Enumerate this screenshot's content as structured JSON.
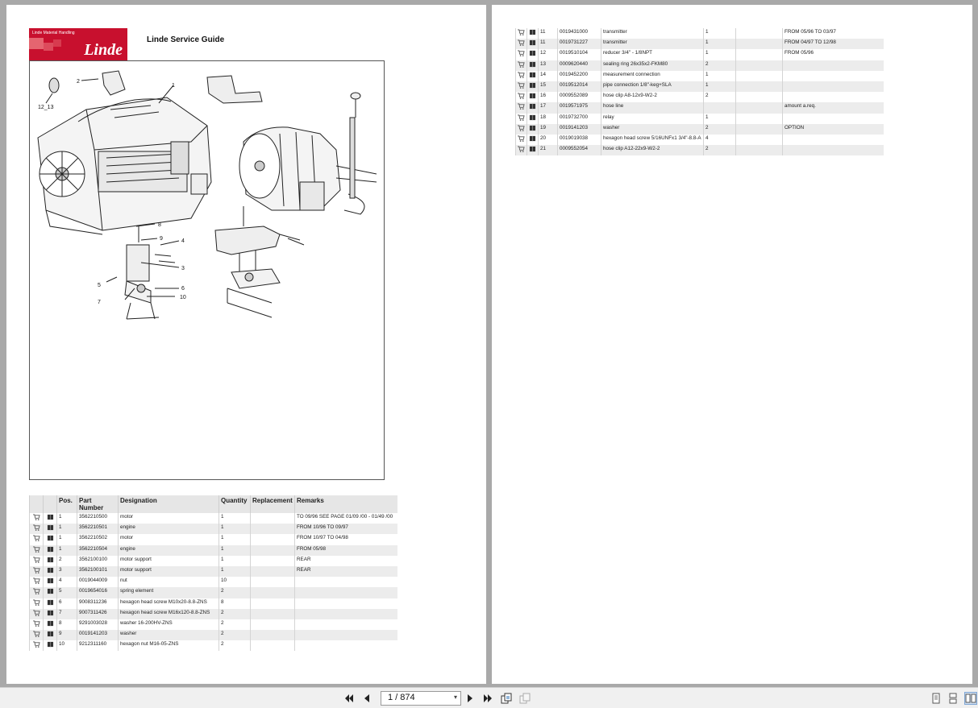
{
  "app": {
    "logo_tagline": "Linde Material Handling",
    "logo_name": "Linde",
    "guide_title": "Linde Service Guide"
  },
  "drawing": {
    "callouts": [
      "1",
      "2",
      "3",
      "4",
      "5",
      "6",
      "7",
      "8",
      "9",
      "10",
      "12_13"
    ]
  },
  "table_headers": {
    "pos": "Pos.",
    "part_number": "Part Number",
    "designation": "Designation",
    "quantity": "Quantity",
    "replacement": "Replacement",
    "remarks": "Remarks"
  },
  "rows_left": [
    {
      "pos": "1",
      "part": "3562210500",
      "desig": "motor",
      "qty": "1",
      "repl": "",
      "rem": "TO 09/96 SEE PAGE 01/09 /00 - 01/49 /00"
    },
    {
      "pos": "1",
      "part": "3562210501",
      "desig": "engine",
      "qty": "1",
      "repl": "",
      "rem": "FROM 10/96 TO 09/97"
    },
    {
      "pos": "1",
      "part": "3562210502",
      "desig": "motor",
      "qty": "1",
      "repl": "",
      "rem": "FROM 10/97 TO 04/98"
    },
    {
      "pos": "1",
      "part": "3562210504",
      "desig": "engine",
      "qty": "1",
      "repl": "",
      "rem": "FROM 05/98"
    },
    {
      "pos": "2",
      "part": "3562100100",
      "desig": "motor support",
      "qty": "1",
      "repl": "",
      "rem": "REAR"
    },
    {
      "pos": "3",
      "part": "3562100101",
      "desig": "motor support",
      "qty": "1",
      "repl": "",
      "rem": "REAR"
    },
    {
      "pos": "4",
      "part": "0019044009",
      "desig": "nut",
      "qty": "10",
      "repl": "",
      "rem": ""
    },
    {
      "pos": "5",
      "part": "0019654016",
      "desig": "spring element",
      "qty": "2",
      "repl": "",
      "rem": ""
    },
    {
      "pos": "6",
      "part": "9008311236",
      "desig": "hexagon head screw M10x20-8.8-ZNS",
      "qty": "8",
      "repl": "",
      "rem": ""
    },
    {
      "pos": "7",
      "part": "9007311426",
      "desig": "hexagon head screw M16x120-8.8-ZNS",
      "qty": "2",
      "repl": "",
      "rem": ""
    },
    {
      "pos": "8",
      "part": "9291003028",
      "desig": "washer 16-200HV-ZNS",
      "qty": "2",
      "repl": "",
      "rem": ""
    },
    {
      "pos": "9",
      "part": "0019141203",
      "desig": "washer",
      "qty": "2",
      "repl": "",
      "rem": ""
    },
    {
      "pos": "10",
      "part": "9212311160",
      "desig": "hexagon nut M16-05-ZNS",
      "qty": "2",
      "repl": "",
      "rem": ""
    }
  ],
  "rows_right": [
    {
      "pos": "11",
      "part": "0019431000",
      "desig": "transmitter",
      "qty": "1",
      "repl": "",
      "rem": "FROM 05/96 TO 03/97"
    },
    {
      "pos": "11",
      "part": "0019731227",
      "desig": "transmitter",
      "qty": "1",
      "repl": "",
      "rem": "FROM 04/97 TO 12/98"
    },
    {
      "pos": "12",
      "part": "0019510104",
      "desig": "reducer 3/4\" - 1/8NPT",
      "qty": "1",
      "repl": "",
      "rem": "FROM 05/96"
    },
    {
      "pos": "13",
      "part": "0009620440",
      "desig": "sealing ring 26x35x2-FKM80",
      "qty": "2",
      "repl": "",
      "rem": ""
    },
    {
      "pos": "14",
      "part": "0019452200",
      "desig": "measurement connection",
      "qty": "1",
      "repl": "",
      "rem": ""
    },
    {
      "pos": "15",
      "part": "0019512014",
      "desig": "pipe connection 1/8\"-keg+SLA",
      "qty": "1",
      "repl": "",
      "rem": ""
    },
    {
      "pos": "16",
      "part": "0009552089",
      "desig": "hose clip A8-12x9-W2-2",
      "qty": "2",
      "repl": "",
      "rem": ""
    },
    {
      "pos": "17",
      "part": "0019571975",
      "desig": "hose line",
      "qty": "",
      "repl": "",
      "rem": "amount a.req."
    },
    {
      "pos": "18",
      "part": "0019732700",
      "desig": "relay",
      "qty": "1",
      "repl": "",
      "rem": ""
    },
    {
      "pos": "19",
      "part": "0019141203",
      "desig": "washer",
      "qty": "2",
      "repl": "",
      "rem": "OPTION"
    },
    {
      "pos": "20",
      "part": "0019019038",
      "desig": "hexagon head screw 5/16UNFx1 3/4\"-8.8-A",
      "qty": "4",
      "repl": "",
      "rem": ""
    },
    {
      "pos": "21",
      "part": "0009552054",
      "desig": "hose clip A12-22x9-W2-2",
      "qty": "2",
      "repl": "",
      "rem": ""
    }
  ],
  "toolbar": {
    "page_indicator": "1 / 874"
  },
  "icons": {
    "first": "first-page-icon",
    "prev": "prev-page-icon",
    "next": "next-page-icon",
    "last": "last-page-icon",
    "cart": "cart-icon",
    "book": "book-icon"
  }
}
